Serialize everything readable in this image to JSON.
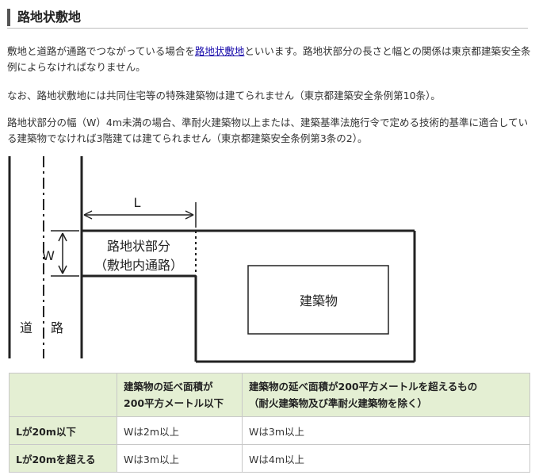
{
  "heading": {
    "title": "路地状敷地"
  },
  "paragraphs": {
    "p1_before": "敷地と道路が通路でつながっている場合を",
    "p1_link": "路地状敷地",
    "p1_after": "といいます。路地状部分の長さと幅との関係は東京都建築安全条例によらなければなりません。",
    "p2": "なお、路地状敷地には共同住宅等の特殊建築物は建てられません（東京都建築安全条例第10条）。",
    "p3": "路地状部分の幅（W）4m未満の場合、準耐火建築物以上または、建築基準法施行令で定める技術的基準に適合している建築物でなければ3階建ては建てられません（東京都建築安全条例第3条の2）。"
  },
  "diagram": {
    "label_length": "L",
    "label_width": "W",
    "label_alley_line1": "路地状部分",
    "label_alley_line2": "（敷地内通路）",
    "label_building": "建築物",
    "label_road_1": "道",
    "label_road_2": "路"
  },
  "table": {
    "headers": [
      "",
      "建築物の延べ面積が\n200平方メートル以下",
      "建築物の延べ面積が200平方メートルを超えるもの\n（耐火建築物及び準耐火建築物を除く）"
    ],
    "rows": [
      {
        "label": "Lが20m以下",
        "cells": [
          "Wは2m以上",
          "Wは3m以上"
        ]
      },
      {
        "label": "Lが20mを超える",
        "cells": [
          "Wは3m以上",
          "Wは4m以上"
        ]
      }
    ]
  }
}
